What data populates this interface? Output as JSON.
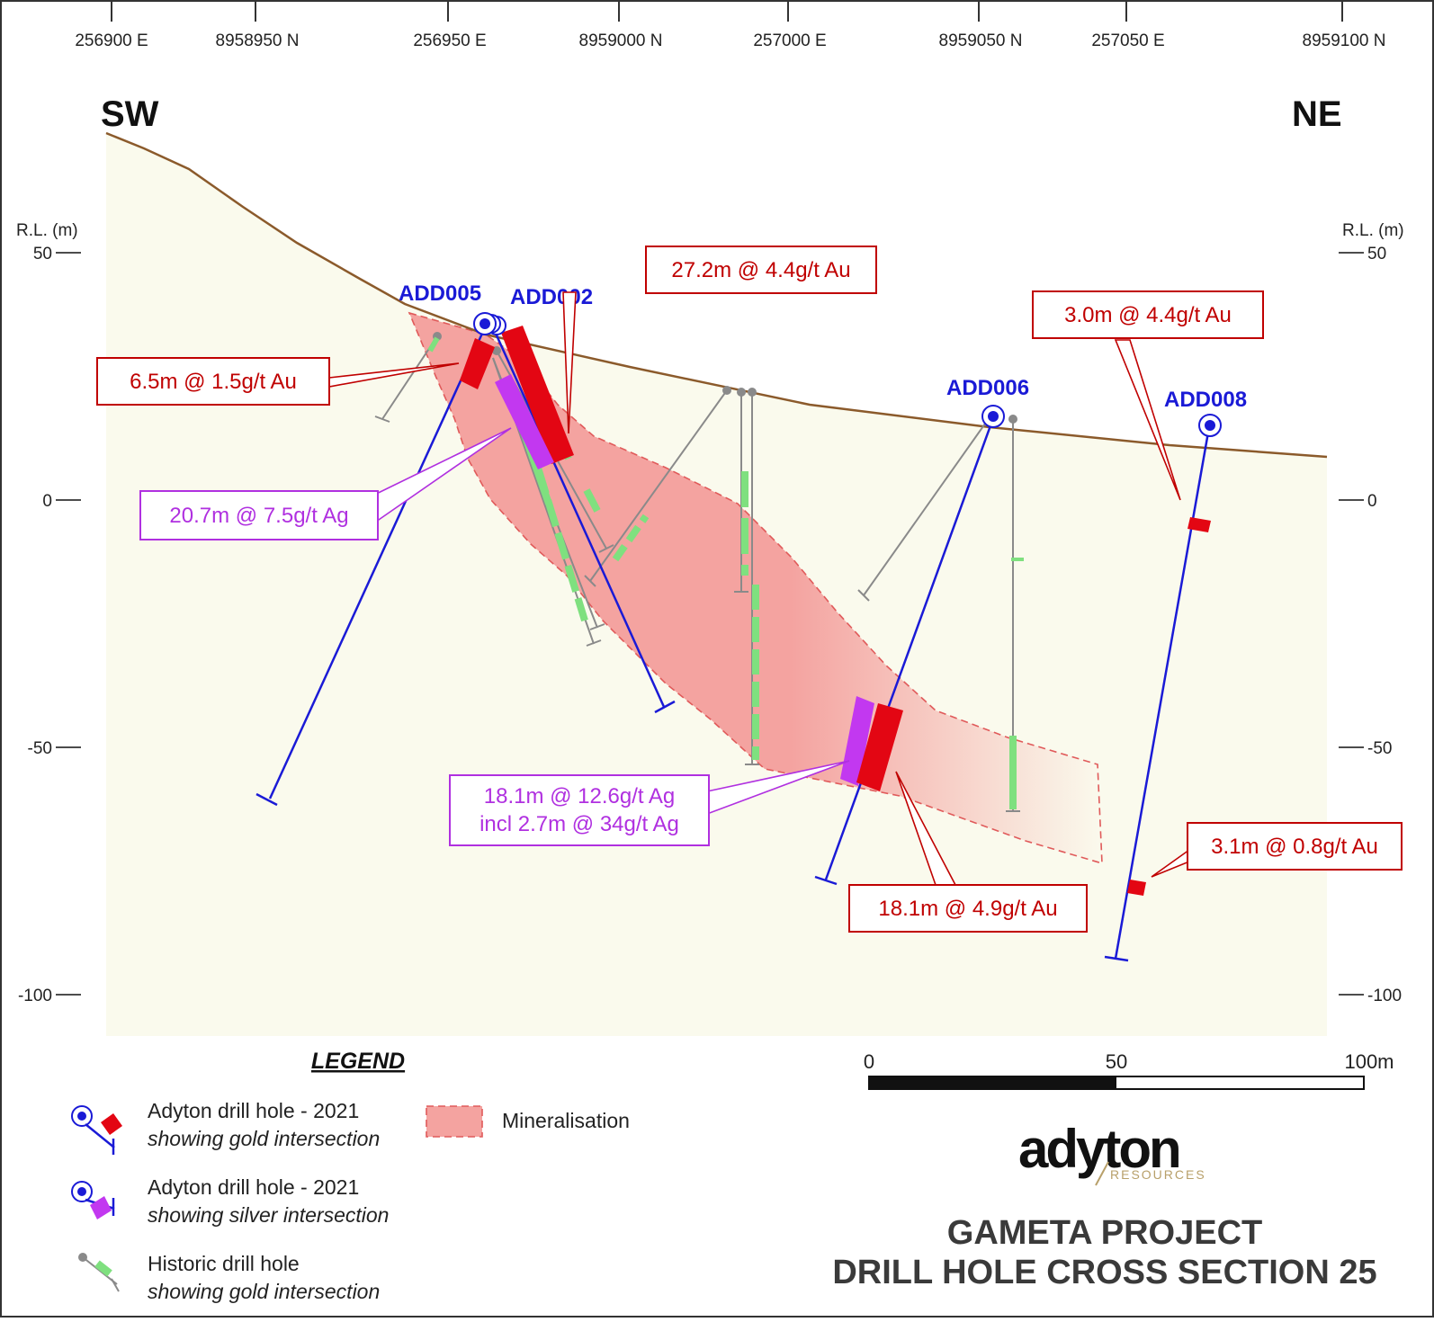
{
  "header": {
    "grid_labels": [
      "256900 E",
      "8958950 N",
      "256950 E",
      "8959000 N",
      "257000 E",
      "8959050 N",
      "257050 E",
      "8959100 N"
    ],
    "left_dir": "SW",
    "right_dir": "NE"
  },
  "axis": {
    "title_left": "R.L. (m)",
    "title_right": "R.L. (m)",
    "ticks": [
      "50",
      "0",
      "-50",
      "-100"
    ]
  },
  "holes": {
    "add005": "ADD005",
    "add002": "ADD002",
    "add006": "ADD006",
    "add008": "ADD008"
  },
  "callouts": {
    "c1": "6.5m @ 1.5g/t Au",
    "c2": "27.2m @ 4.4g/t Au",
    "c3": "20.7m @ 7.5g/t Ag",
    "c4a": "18.1m @ 12.6g/t Ag",
    "c4b": "incl 2.7m @ 34g/t Ag",
    "c5": "18.1m @ 4.9g/t Au",
    "c6": "3.0m @ 4.4g/t Au",
    "c7": "3.1m @ 0.8g/t Au"
  },
  "legend": {
    "title": "LEGEND",
    "gold_line1": "Adyton drill hole - 2021",
    "gold_line2": "showing gold intersection",
    "silver_line1": "Adyton drill hole - 2021",
    "silver_line2": "showing silver intersection",
    "hist_line1": "Historic drill hole",
    "hist_line2": "showing gold intersection",
    "mineral": "Mineralisation"
  },
  "scale": {
    "l0": "0",
    "l50": "50",
    "l100": "100m"
  },
  "logo": {
    "name": "adyton",
    "sub": "RESOURCES"
  },
  "title": {
    "line1": "GAMETA PROJECT",
    "line2": "DRILL HOLE CROSS SECTION 25"
  },
  "colors": {
    "gold": "#e30613",
    "silver": "#c238f0",
    "hole": "#1a1ad6",
    "historic": "#7fe07f",
    "mineral": "#f4a3a0",
    "ground": "#fafaed",
    "surface": "#8b5a2b"
  }
}
